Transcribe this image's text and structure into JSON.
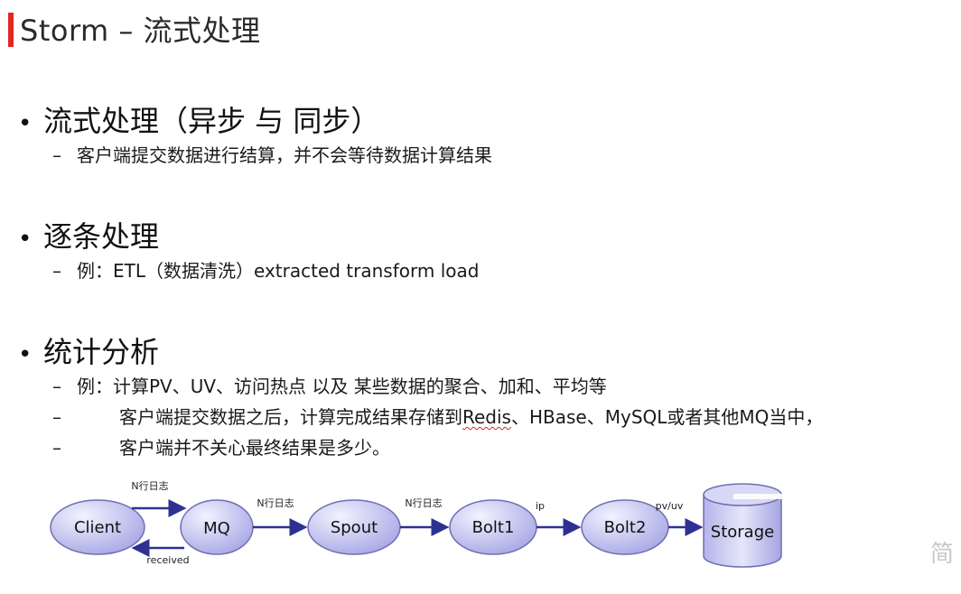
{
  "title": "Storm – 流式处理",
  "bullets": [
    {
      "text": "流式处理（异步 与 同步）"
    },
    {
      "text": "逐条处理"
    },
    {
      "text": "统计分析"
    }
  ],
  "subitems": {
    "b1": [
      "客户端提交数据进行结算，并不会等待数据计算结果"
    ],
    "b2": [
      "例：ETL（数据清洗）extracted transform load"
    ],
    "b3": [
      "例：计算PV、UV、访问热点 以及 某些数据的聚合、加和、平均等",
      "客户端提交数据之后，计算完成结果存储到",
      "客户端并不关心最终结果是多少。"
    ],
    "b3_line2_redis": "Redis",
    "b3_line2_rest": "、HBase、MySQL或者其他MQ当中，"
  },
  "diagram": {
    "nodes": [
      "Client",
      "MQ",
      "Spout",
      "Bolt1",
      "Bolt2"
    ],
    "storage": "Storage",
    "edge_labels": {
      "client_mq": "N行日志",
      "mq_client": "received",
      "mq_spout": "N行日志",
      "spout_bolt1": "N行日志",
      "bolt1_bolt2": "ip",
      "bolt2_storage": "pv/uv"
    },
    "colors": {
      "node_fill_light": "#e6e6fb",
      "node_fill_dark": "#a8a8e6",
      "stroke": "#6f6fb0",
      "arrow": "#2e3192"
    }
  },
  "corner_icon": "简"
}
